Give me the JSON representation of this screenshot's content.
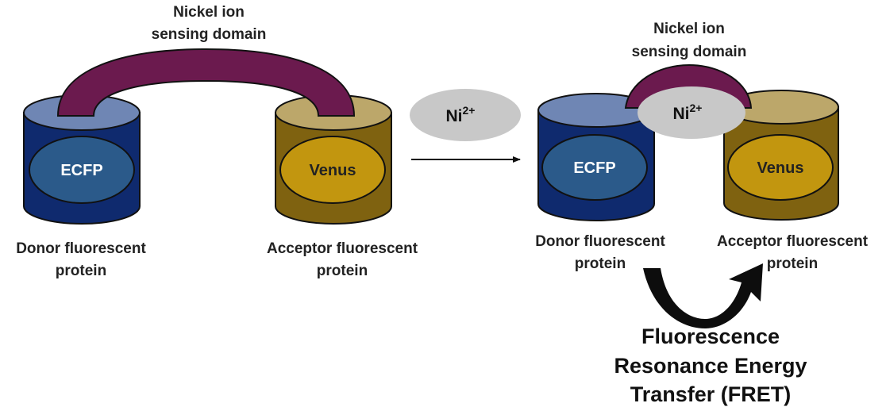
{
  "left_state": {
    "domain_label_line1": "Nickel ion",
    "domain_label_line2": "sensing domain",
    "donor_inner": "ECFP",
    "acceptor_inner": "Venus",
    "donor_caption_line1": "Donor fluorescent",
    "donor_caption_line2": "protein",
    "acceptor_caption_line1": "Acceptor fluorescent",
    "acceptor_caption_line2": "protein"
  },
  "ion": {
    "symbol": "Ni",
    "charge": "2+"
  },
  "right_state": {
    "domain_label_line1": "Nickel ion",
    "domain_label_line2": "sensing domain",
    "donor_inner": "ECFP",
    "acceptor_inner": "Venus",
    "bound_ion_symbol": "Ni",
    "bound_ion_charge": "2+",
    "donor_caption_line1": "Donor fluorescent",
    "donor_caption_line2": "protein",
    "acceptor_caption_line1": "Acceptor fluorescent",
    "acceptor_caption_line2": "protein"
  },
  "fret": {
    "line1": "Fluorescence",
    "line2": "Resonance Energy",
    "line3": "Transfer (FRET)"
  },
  "colors": {
    "donor_body": "#0f2a6e",
    "donor_top": "#6f86b4",
    "donor_inner": "#2b5a8a",
    "acceptor_body": "#7f6210",
    "acceptor_top": "#bca76a",
    "acceptor_inner": "#c2960f",
    "sensing_domain": "#6b1a4e",
    "ion": "#c8c8c8"
  }
}
